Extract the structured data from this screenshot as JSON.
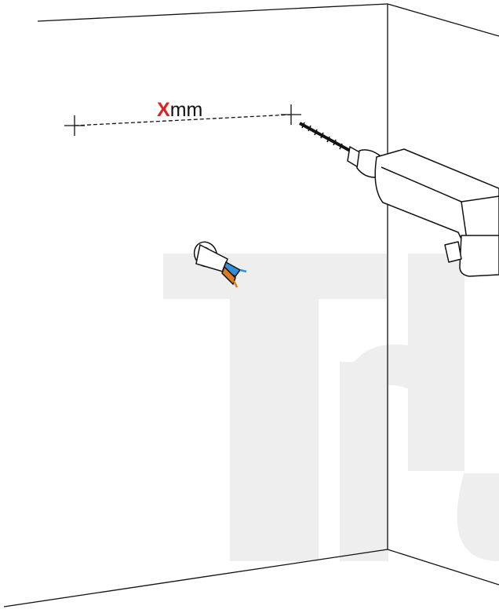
{
  "dimension_label": {
    "variable": "X",
    "unit": "mm"
  },
  "watermark": {
    "text": "Tru"
  },
  "colors": {
    "line": "#111111",
    "variable_red": "#e02020",
    "watermark_gray": "#eeeeee",
    "cable_blue": "#2f8fd8",
    "cable_orange": "#e07a22"
  },
  "icons": {
    "drill": "power-drill-icon",
    "wall_plug": "wall-plug-with-cable-icon"
  }
}
